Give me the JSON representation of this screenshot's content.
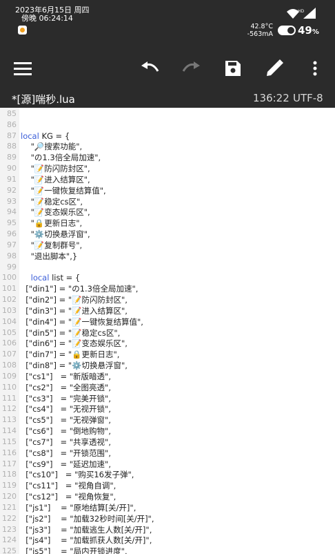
{
  "status_bar": {
    "date": "2023年6月15日 周四",
    "time": "傍晚 06:24:14",
    "temperature": "42.8°C",
    "current": "-563mA",
    "battery": "49",
    "battery_unit": "%",
    "icons": [
      "app-notification-icon",
      "wifi-icon",
      "signal-icon",
      "toggle-icon"
    ]
  },
  "toolbar": {
    "icons": [
      "menu-icon",
      "undo-icon",
      "redo-icon",
      "save-icon",
      "edit-icon",
      "more-icon"
    ]
  },
  "file_bar": {
    "title": "*[源]喘秒.lua",
    "cursor": "136:22",
    "encoding": "UTF-8"
  },
  "editor": {
    "lines": [
      {
        "n": "85",
        "kw": "",
        "text": ""
      },
      {
        "n": "86",
        "kw": "",
        "text": ""
      },
      {
        "n": "87",
        "kw": "local",
        "text": " KG = {"
      },
      {
        "n": "88",
        "kw": "",
        "text": "    \"🔎搜索功能\","
      },
      {
        "n": "89",
        "kw": "",
        "text": "    \"の1.3倍全局加速\","
      },
      {
        "n": "90",
        "kw": "",
        "text": "    \"📝防闪防封区\","
      },
      {
        "n": "91",
        "kw": "",
        "text": "    \"📝进入结算区\","
      },
      {
        "n": "92",
        "kw": "",
        "text": "    \"📝一键恢复结算值\","
      },
      {
        "n": "93",
        "kw": "",
        "text": "    \"📝稳定cs区\","
      },
      {
        "n": "94",
        "kw": "",
        "text": "    \"📝变态娱乐区\","
      },
      {
        "n": "95",
        "kw": "",
        "text": "    \"🔒更新日志\","
      },
      {
        "n": "96",
        "kw": "",
        "text": "    \"⚙️切换悬浮窗\","
      },
      {
        "n": "97",
        "kw": "",
        "text": "    \"📝复制群号\","
      },
      {
        "n": "98",
        "kw": "",
        "text": "    \"退出脚本\",}"
      },
      {
        "n": "99",
        "kw": "",
        "text": ""
      },
      {
        "n": "100",
        "kw": "    local",
        "text": " list = {"
      },
      {
        "n": "101",
        "kw": "",
        "text": "  [\"din1\"] = \"の1.3倍全局加速\","
      },
      {
        "n": "102",
        "kw": "",
        "text": "  [\"din2\"] = \"📝防闪防封区\","
      },
      {
        "n": "103",
        "kw": "",
        "text": "  [\"din3\"] = \"📝进入结算区\","
      },
      {
        "n": "104",
        "kw": "",
        "text": "  [\"din4\"] = \"📝一键恢复结算值\","
      },
      {
        "n": "105",
        "kw": "",
        "text": "  [\"din5\"] = \"📝稳定cs区\","
      },
      {
        "n": "106",
        "kw": "",
        "text": "  [\"din6\"] = \"📝变态娱乐区\","
      },
      {
        "n": "107",
        "kw": "",
        "text": "  [\"din7\"] = \"🔒更新日志\","
      },
      {
        "n": "108",
        "kw": "",
        "text": "  [\"din8\"] = \"⚙️切换悬浮窗\","
      },
      {
        "n": "109",
        "kw": "",
        "text": "  [\"cs1\"]   = \"新版暗透\","
      },
      {
        "n": "110",
        "kw": "",
        "text": "  [\"cs2\"]   = \"全图亮透\","
      },
      {
        "n": "111",
        "kw": "",
        "text": "  [\"cs3\"]   = \"完美开锁\","
      },
      {
        "n": "112",
        "kw": "",
        "text": "  [\"cs4\"]   = \"无视开锁\","
      },
      {
        "n": "113",
        "kw": "",
        "text": "  [\"cs5\"]   = \"无视弹窗\","
      },
      {
        "n": "114",
        "kw": "",
        "text": "  [\"cs6\"]   = \"倒地购物\","
      },
      {
        "n": "115",
        "kw": "",
        "text": "  [\"cs7\"]   = \"共享透视\","
      },
      {
        "n": "116",
        "kw": "",
        "text": "  [\"cs8\"]   = \"开锁范围\","
      },
      {
        "n": "117",
        "kw": "",
        "text": "  [\"cs9\"]   = \"延迟加速\","
      },
      {
        "n": "118",
        "kw": "",
        "text": "  [\"cs10\"]   = \"购买16发子弹\","
      },
      {
        "n": "119",
        "kw": "",
        "text": "  [\"cs11\"]   = \"视角自调\","
      },
      {
        "n": "120",
        "kw": "",
        "text": "  [\"cs12\"]   = \"视角恢复\","
      },
      {
        "n": "121",
        "kw": "",
        "text": "  [\"js1\"]    = \"原地结算[关/开]\","
      },
      {
        "n": "122",
        "kw": "",
        "text": "  [\"js2\"]    = \"加载32秒时间[关/开]\","
      },
      {
        "n": "123",
        "kw": "",
        "text": "  [\"js3\"]    = \"加载逃生人数[关/开]\","
      },
      {
        "n": "124",
        "kw": "",
        "text": "  [\"js4\"]    = \"加载抓获人数[关/开]\","
      },
      {
        "n": "125",
        "kw": "",
        "text": "  [\"js5\"]    = \"局内开锁进度\","
      }
    ]
  }
}
